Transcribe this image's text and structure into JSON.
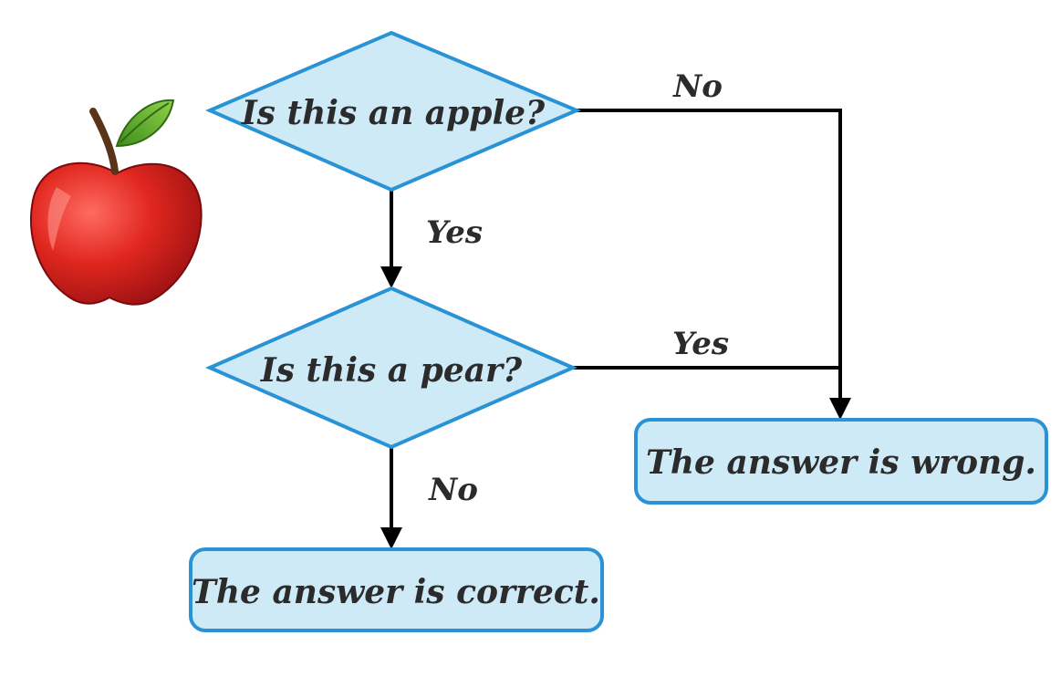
{
  "diagram": {
    "decisions": [
      {
        "text": "Is this an apple?"
      },
      {
        "text": "Is this a pear?"
      }
    ],
    "outcomes": [
      {
        "text": "The answer is wrong."
      },
      {
        "text": "The answer is correct."
      }
    ],
    "edge_labels": {
      "apple_no": "No",
      "apple_yes": "Yes",
      "pear_yes": "Yes",
      "pear_no": "No"
    },
    "colors": {
      "shape_fill": "#cfeaf7",
      "shape_stroke": "#2a93d5",
      "line": "#000000",
      "text": "#2b2b2b"
    },
    "illustration": "apple"
  }
}
